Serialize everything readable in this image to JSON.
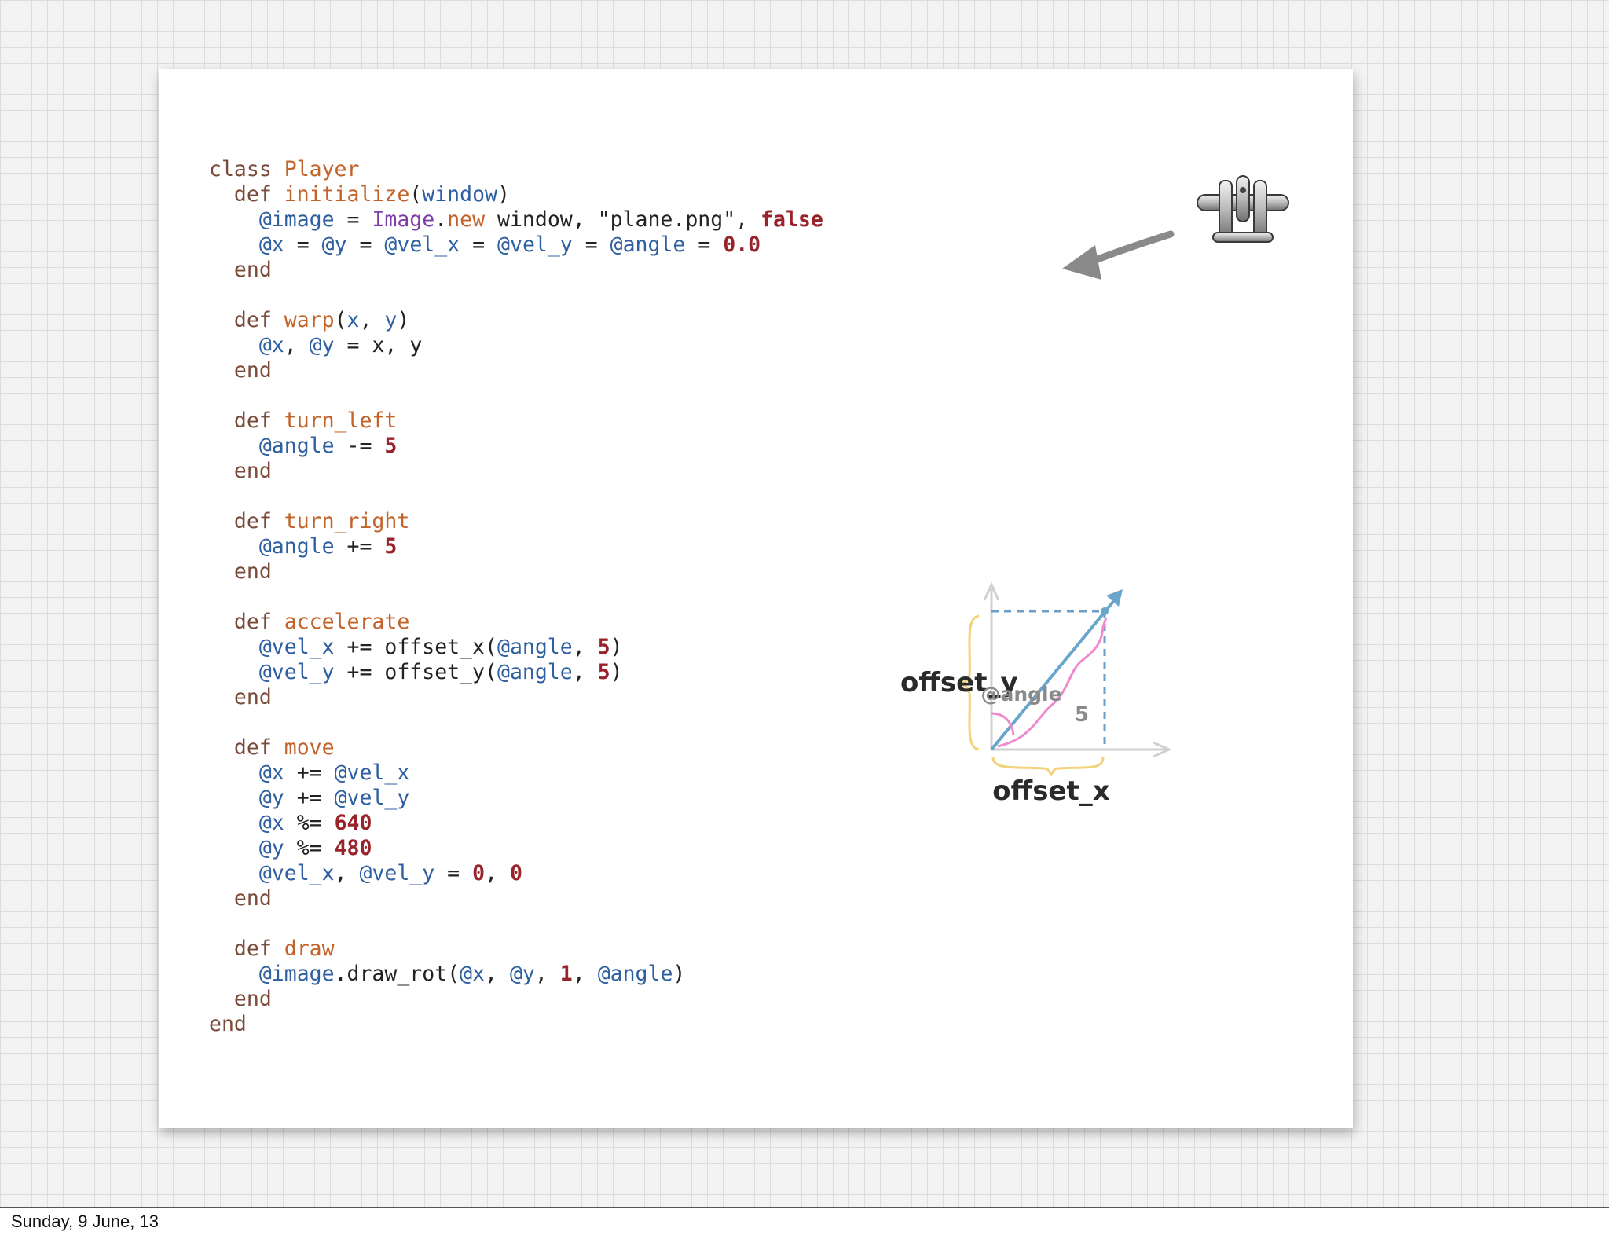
{
  "code": {
    "lines": [
      [
        {
          "t": "class ",
          "c": "kw"
        },
        {
          "t": "Player",
          "c": "cls"
        }
      ],
      [
        {
          "t": "  def ",
          "c": "kw"
        },
        {
          "t": "initialize",
          "c": "fn"
        },
        {
          "t": "(",
          "c": "plain"
        },
        {
          "t": "window",
          "c": "ivar"
        },
        {
          "t": ")",
          "c": "plain"
        }
      ],
      [
        {
          "t": "    ",
          "c": "plain"
        },
        {
          "t": "@image",
          "c": "ivar"
        },
        {
          "t": " = ",
          "c": "plain"
        },
        {
          "t": "Image",
          "c": "const"
        },
        {
          "t": ".",
          "c": "plain"
        },
        {
          "t": "new",
          "c": "meth"
        },
        {
          "t": " window, \"plane.png\", ",
          "c": "plain"
        },
        {
          "t": "false",
          "c": "num"
        }
      ],
      [
        {
          "t": "    ",
          "c": "plain"
        },
        {
          "t": "@x",
          "c": "ivar"
        },
        {
          "t": " = ",
          "c": "plain"
        },
        {
          "t": "@y",
          "c": "ivar"
        },
        {
          "t": " = ",
          "c": "plain"
        },
        {
          "t": "@vel_x",
          "c": "ivar"
        },
        {
          "t": " = ",
          "c": "plain"
        },
        {
          "t": "@vel_y",
          "c": "ivar"
        },
        {
          "t": " = ",
          "c": "plain"
        },
        {
          "t": "@angle",
          "c": "ivar"
        },
        {
          "t": " = ",
          "c": "plain"
        },
        {
          "t": "0.0",
          "c": "num"
        }
      ],
      [
        {
          "t": "  end",
          "c": "kw"
        }
      ],
      [
        {
          "t": "",
          "c": "plain"
        }
      ],
      [
        {
          "t": "  def ",
          "c": "kw"
        },
        {
          "t": "warp",
          "c": "fn"
        },
        {
          "t": "(",
          "c": "plain"
        },
        {
          "t": "x",
          "c": "ivar"
        },
        {
          "t": ", ",
          "c": "plain"
        },
        {
          "t": "y",
          "c": "ivar"
        },
        {
          "t": ")",
          "c": "plain"
        }
      ],
      [
        {
          "t": "    ",
          "c": "plain"
        },
        {
          "t": "@x",
          "c": "ivar"
        },
        {
          "t": ", ",
          "c": "plain"
        },
        {
          "t": "@y",
          "c": "ivar"
        },
        {
          "t": " = x, y",
          "c": "plain"
        }
      ],
      [
        {
          "t": "  end",
          "c": "kw"
        }
      ],
      [
        {
          "t": "",
          "c": "plain"
        }
      ],
      [
        {
          "t": "  def ",
          "c": "kw"
        },
        {
          "t": "turn_left",
          "c": "fn"
        }
      ],
      [
        {
          "t": "    ",
          "c": "plain"
        },
        {
          "t": "@angle",
          "c": "ivar"
        },
        {
          "t": " -= ",
          "c": "plain"
        },
        {
          "t": "5",
          "c": "num"
        }
      ],
      [
        {
          "t": "  end",
          "c": "kw"
        }
      ],
      [
        {
          "t": "",
          "c": "plain"
        }
      ],
      [
        {
          "t": "  def ",
          "c": "kw"
        },
        {
          "t": "turn_right",
          "c": "fn"
        }
      ],
      [
        {
          "t": "    ",
          "c": "plain"
        },
        {
          "t": "@angle",
          "c": "ivar"
        },
        {
          "t": " += ",
          "c": "plain"
        },
        {
          "t": "5",
          "c": "num"
        }
      ],
      [
        {
          "t": "  end",
          "c": "kw"
        }
      ],
      [
        {
          "t": "",
          "c": "plain"
        }
      ],
      [
        {
          "t": "  def ",
          "c": "kw"
        },
        {
          "t": "accelerate",
          "c": "fn"
        }
      ],
      [
        {
          "t": "    ",
          "c": "plain"
        },
        {
          "t": "@vel_x",
          "c": "ivar"
        },
        {
          "t": " += offset_x(",
          "c": "plain"
        },
        {
          "t": "@angle",
          "c": "ivar"
        },
        {
          "t": ", ",
          "c": "plain"
        },
        {
          "t": "5",
          "c": "num"
        },
        {
          "t": ")",
          "c": "plain"
        }
      ],
      [
        {
          "t": "    ",
          "c": "plain"
        },
        {
          "t": "@vel_y",
          "c": "ivar"
        },
        {
          "t": " += offset_y(",
          "c": "plain"
        },
        {
          "t": "@angle",
          "c": "ivar"
        },
        {
          "t": ", ",
          "c": "plain"
        },
        {
          "t": "5",
          "c": "num"
        },
        {
          "t": ")",
          "c": "plain"
        }
      ],
      [
        {
          "t": "  end",
          "c": "kw"
        }
      ],
      [
        {
          "t": "",
          "c": "plain"
        }
      ],
      [
        {
          "t": "  def ",
          "c": "kw"
        },
        {
          "t": "move",
          "c": "fn"
        }
      ],
      [
        {
          "t": "    ",
          "c": "plain"
        },
        {
          "t": "@x",
          "c": "ivar"
        },
        {
          "t": " += ",
          "c": "plain"
        },
        {
          "t": "@vel_x",
          "c": "ivar"
        }
      ],
      [
        {
          "t": "    ",
          "c": "plain"
        },
        {
          "t": "@y",
          "c": "ivar"
        },
        {
          "t": " += ",
          "c": "plain"
        },
        {
          "t": "@vel_y",
          "c": "ivar"
        }
      ],
      [
        {
          "t": "    ",
          "c": "plain"
        },
        {
          "t": "@x",
          "c": "ivar"
        },
        {
          "t": " %= ",
          "c": "plain"
        },
        {
          "t": "640",
          "c": "num"
        }
      ],
      [
        {
          "t": "    ",
          "c": "plain"
        },
        {
          "t": "@y",
          "c": "ivar"
        },
        {
          "t": " %= ",
          "c": "plain"
        },
        {
          "t": "480",
          "c": "num"
        }
      ],
      [
        {
          "t": "    ",
          "c": "plain"
        },
        {
          "t": "@vel_x",
          "c": "ivar"
        },
        {
          "t": ", ",
          "c": "plain"
        },
        {
          "t": "@vel_y",
          "c": "ivar"
        },
        {
          "t": " = ",
          "c": "plain"
        },
        {
          "t": "0",
          "c": "num"
        },
        {
          "t": ", ",
          "c": "plain"
        },
        {
          "t": "0",
          "c": "num"
        }
      ],
      [
        {
          "t": "  end",
          "c": "kw"
        }
      ],
      [
        {
          "t": "",
          "c": "plain"
        }
      ],
      [
        {
          "t": "  def ",
          "c": "kw"
        },
        {
          "t": "draw",
          "c": "fn"
        }
      ],
      [
        {
          "t": "    ",
          "c": "plain"
        },
        {
          "t": "@image",
          "c": "ivar"
        },
        {
          "t": ".draw_rot(",
          "c": "plain"
        },
        {
          "t": "@x",
          "c": "ivar"
        },
        {
          "t": ", ",
          "c": "plain"
        },
        {
          "t": "@y",
          "c": "ivar"
        },
        {
          "t": ", ",
          "c": "plain"
        },
        {
          "t": "1",
          "c": "num"
        },
        {
          "t": ", ",
          "c": "plain"
        },
        {
          "t": "@angle",
          "c": "ivar"
        },
        {
          "t": ")",
          "c": "plain"
        }
      ],
      [
        {
          "t": "  end",
          "c": "kw"
        }
      ],
      [
        {
          "t": "end",
          "c": "kw"
        }
      ]
    ]
  },
  "diagram": {
    "offset_y_label": "offset_y",
    "offset_x_label": "offset_x",
    "angle_label": "@angle",
    "hypotenuse_label": "5"
  },
  "icons": {
    "plane": "plane-icon",
    "arrow": "arrow-icon"
  },
  "footer": {
    "date": "Sunday, 9 June, 13"
  }
}
